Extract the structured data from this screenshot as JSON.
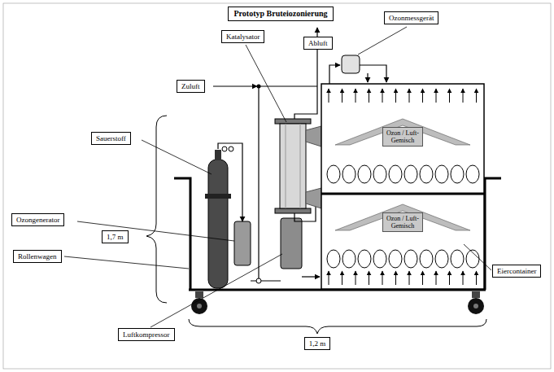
{
  "diagram": {
    "title": "Prototyp Bruteiozonierung",
    "nodes": [
      {
        "text": [
          "Katalysator"
        ]
      },
      {
        "text": [
          "Abluft"
        ]
      },
      {
        "text": [
          "Ozonmessgerät"
        ]
      },
      {
        "text": [
          "Zuluft"
        ]
      },
      {
        "text": [
          "Sauerstoff"
        ]
      },
      {
        "text": [
          "1,7 m"
        ]
      },
      {
        "text": [
          "Ozon / Luft-Gemisch"
        ]
      },
      {
        "text": [
          "Ozongenerator"
        ]
      },
      {
        "text": [
          "Ozon / Luft-Gemisch"
        ]
      },
      {
        "text": [
          "Rollenwagen"
        ]
      },
      {
        "text": [
          "Eiercontainer"
        ]
      },
      {
        "text": [
          "Luftkompressor"
        ]
      },
      {
        "text": [
          "1,2 m"
        ]
      }
    ]
  }
}
